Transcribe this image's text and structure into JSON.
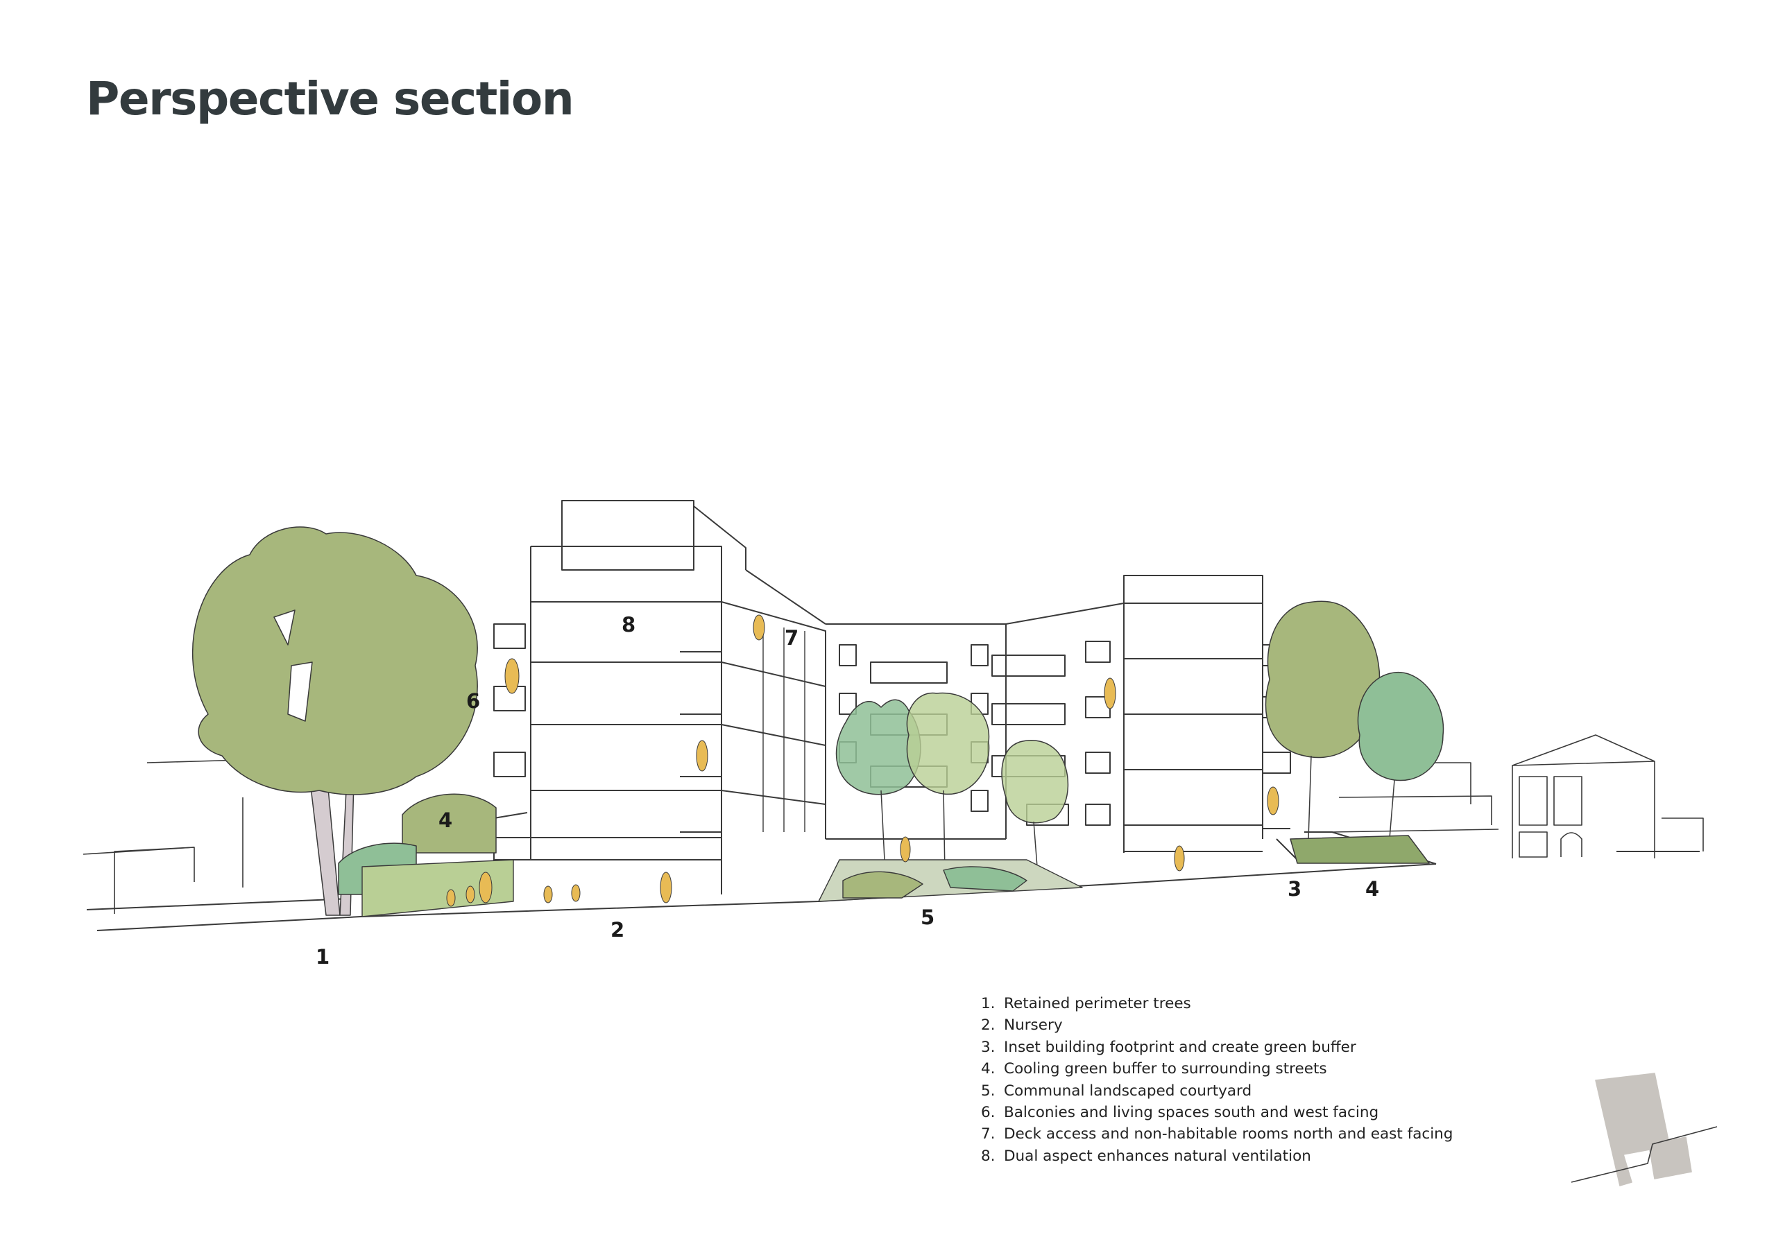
{
  "title": "Perspective section",
  "colors": {
    "tree_green": "#a7b77c",
    "tree_green_dark": "#8fa86b",
    "tree_blue_green": "#8fbf97",
    "figure_yellow": "#e8bb55",
    "line": "#3a3a3a",
    "site_plan_grey": "#c8c4bf"
  },
  "callouts": [
    {
      "label": "1"
    },
    {
      "label": "2"
    },
    {
      "label": "3"
    },
    {
      "label": "4"
    },
    {
      "label": "4"
    },
    {
      "label": "5"
    },
    {
      "label": "6"
    },
    {
      "label": "7"
    },
    {
      "label": "8"
    }
  ],
  "legend": [
    {
      "num": "1.",
      "text": "Retained perimeter trees"
    },
    {
      "num": "2.",
      "text": "Nursery"
    },
    {
      "num": "3.",
      "text": "Inset building footprint and create green buffer"
    },
    {
      "num": "4.",
      "text": "Cooling green buffer to surrounding streets"
    },
    {
      "num": "5.",
      "text": "Communal landscaped courtyard"
    },
    {
      "num": "6.",
      "text": "Balconies and living spaces south and west facing"
    },
    {
      "num": "7.",
      "text": "Deck access and non-habitable rooms north and east facing"
    },
    {
      "num": "8.",
      "text": "Dual aspect enhances natural ventilation"
    }
  ]
}
